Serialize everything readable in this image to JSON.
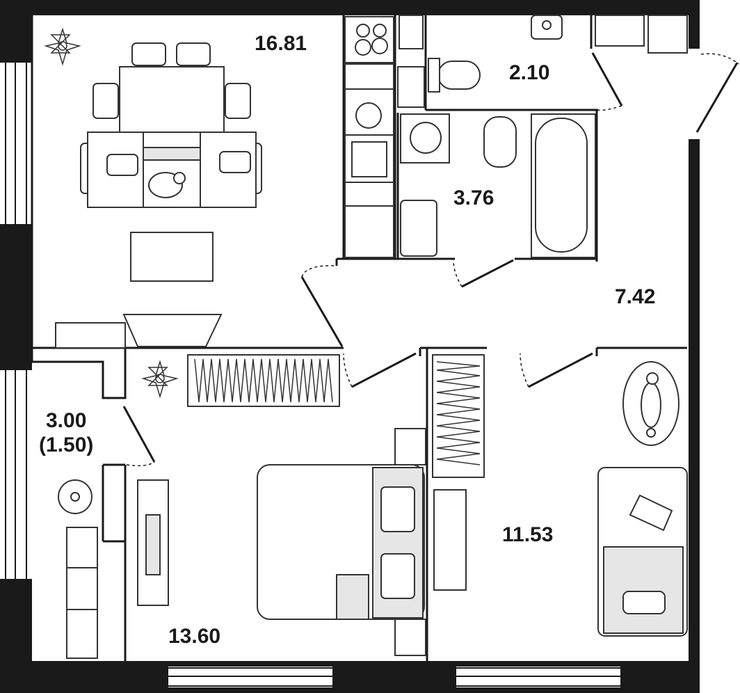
{
  "rooms": {
    "living_kitchen": {
      "area": "16.81"
    },
    "wc": {
      "area": "2.10"
    },
    "bathroom": {
      "area": "3.76"
    },
    "hall": {
      "area": "7.42"
    },
    "balcony": {
      "area": "3.00",
      "area_reduced": "(1.50)"
    },
    "bedroom_1": {
      "area": "13.60"
    },
    "bedroom_2": {
      "area": "11.53"
    }
  },
  "colors": {
    "wall": "#1a1a1a",
    "furniture_line": "#333333",
    "furniture_fill": "#e6e6e6",
    "background": "#ffffff"
  },
  "icons": [
    "compass-rose-icon",
    "cat-icon",
    "dog-icon",
    "laptop-icon",
    "stove-icon",
    "sink-icon",
    "toilet-icon",
    "bathtub-icon",
    "washing-machine-icon"
  ]
}
